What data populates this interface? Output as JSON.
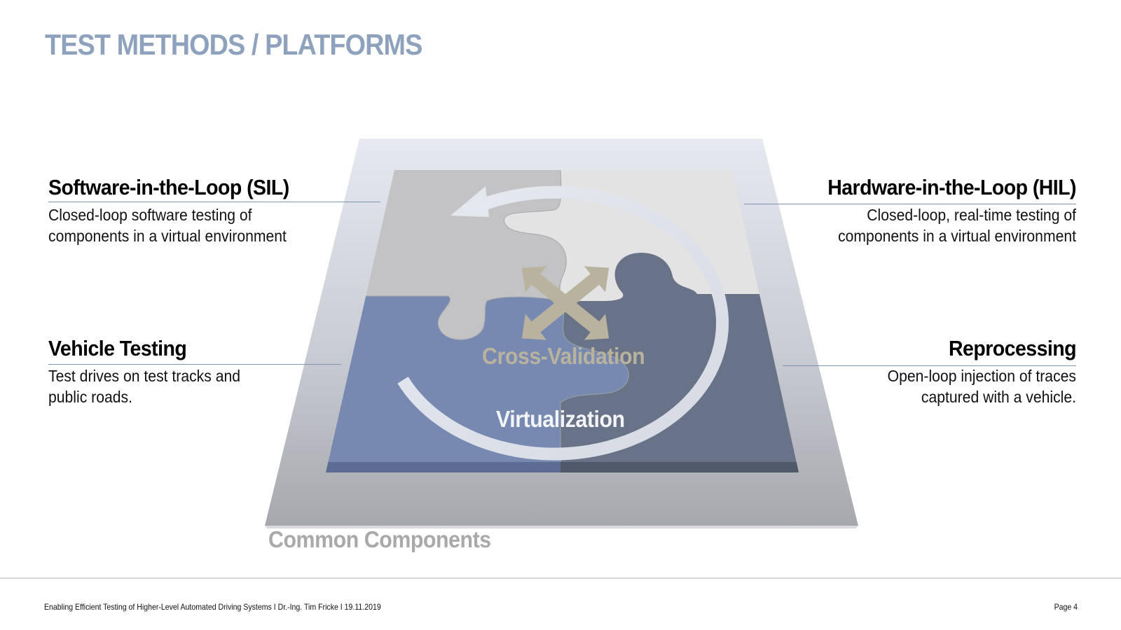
{
  "slide": {
    "title": "TEST METHODS / PLATFORMS"
  },
  "blocks": {
    "sil": {
      "title": "Software-in-the-Loop (SIL)",
      "line1": "Closed-loop software testing of",
      "line2": "components in a virtual environment"
    },
    "hil": {
      "title": "Hardware-in-the-Loop (HIL)",
      "line1": "Closed-loop, real-time testing of",
      "line2": "components in a virtual environment"
    },
    "vehicle": {
      "title": "Vehicle Testing",
      "line1": "Test drives on test tracks and",
      "line2": "public roads."
    },
    "reprocessing": {
      "title": "Reprocessing",
      "line1": "Open-loop injection of traces",
      "line2": "captured with a vehicle."
    }
  },
  "diagram": {
    "cross_validation_label": "Cross-Validation",
    "virtualization_label": "Virtualization",
    "base_label": "Common Components",
    "colors": {
      "piece_sil": "#c3c3c5",
      "piece_hil": "#e3e3e3",
      "piece_vehicle": "#7789b0",
      "piece_reprocessing": "#687387",
      "arrow": "#b9b29e",
      "accent": "#8fa2bd"
    }
  },
  "footer": {
    "text": "Enabling Efficient Testing of Higher-Level Automated Driving Systems I Dr.-Ing. Tim Fricke I 19.11.2019",
    "page": "Page 4"
  }
}
